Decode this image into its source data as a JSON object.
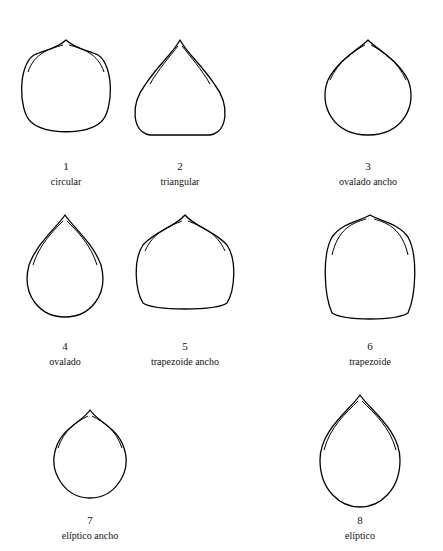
{
  "diagram": {
    "labels": [
      "1",
      "circular",
      "2",
      "triangular",
      "3",
      "ovalado ancho",
      "4",
      "ovalado",
      "5",
      "trapezoide ancho",
      "6",
      "trapezoide",
      "7",
      "elíptico ancho",
      "8",
      "elíptico"
    ]
  }
}
